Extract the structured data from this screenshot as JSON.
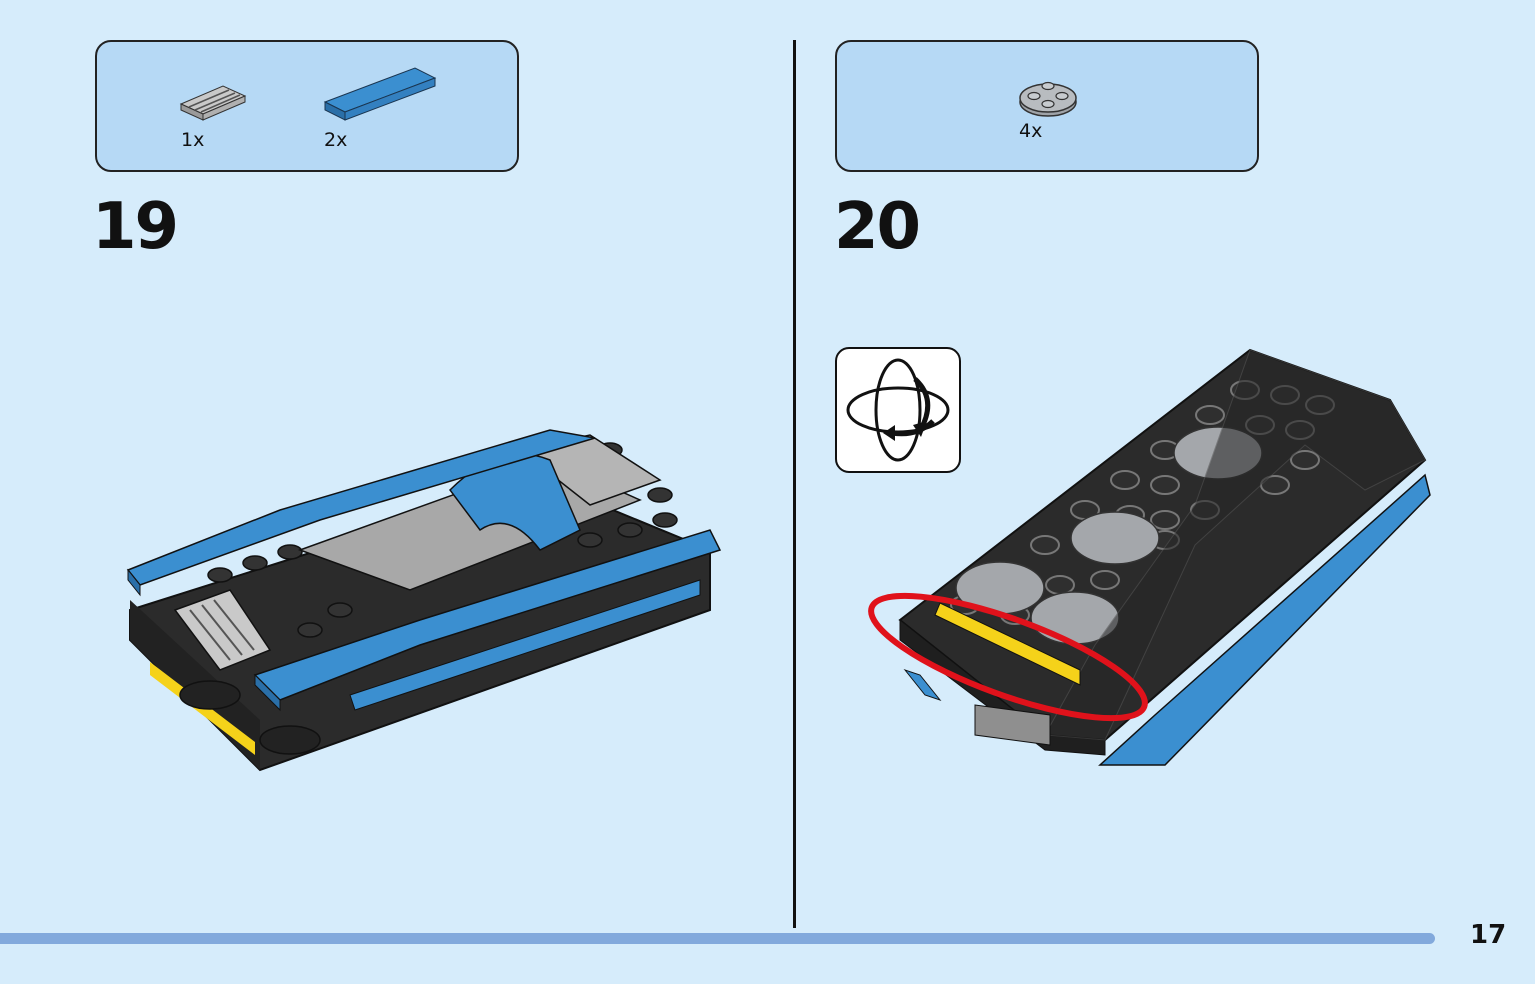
{
  "steps": [
    {
      "number": "19",
      "parts": [
        {
          "icon": "grille-tile-icon",
          "qty": "1x",
          "color": "#b9b9b9"
        },
        {
          "icon": "blue-tile-icon",
          "qty": "2x",
          "color": "#3b8fd0"
        }
      ]
    },
    {
      "number": "20",
      "parts": [
        {
          "icon": "round-plate-icon",
          "qty": "4x",
          "color": "#9fa3a8"
        }
      ],
      "rotate_icon": "rotate-model-icon"
    }
  ],
  "page_number": "17",
  "progress": 0.935,
  "colors": {
    "page_bg": "#d6ecfb",
    "parts_bg": "#b6d9f5",
    "brick_blue": "#3b8fd0",
    "brick_black": "#2b2b2b",
    "brick_gray": "#a8a8a8",
    "highlight_red": "#e0121b",
    "yellow": "#f5d21a",
    "progress": "#82a9dc"
  }
}
